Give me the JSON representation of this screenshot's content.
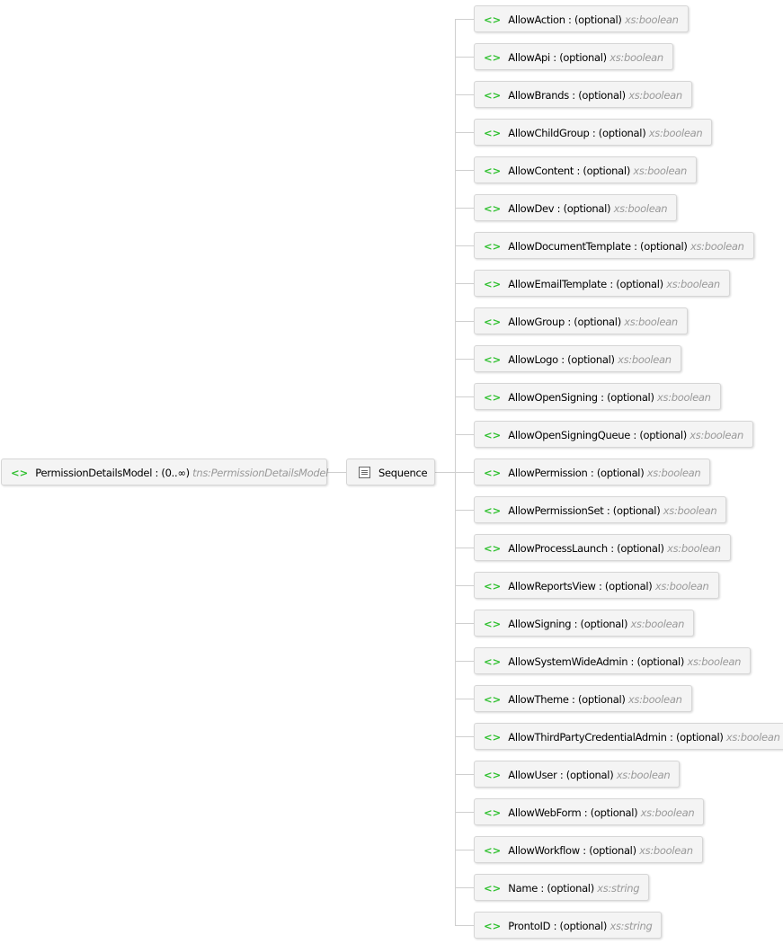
{
  "root": {
    "name": "PermissionDetailsModel",
    "multiplicity": "(0..∞)",
    "type": "tns:PermissionDetailsModel"
  },
  "sequence": {
    "label": "Sequence"
  },
  "elements": [
    {
      "name": "AllowAction",
      "occurrence": "(optional)",
      "type": "xs:boolean"
    },
    {
      "name": "AllowApi",
      "occurrence": "(optional)",
      "type": "xs:boolean"
    },
    {
      "name": "AllowBrands",
      "occurrence": "(optional)",
      "type": "xs:boolean"
    },
    {
      "name": "AllowChildGroup",
      "occurrence": "(optional)",
      "type": "xs:boolean"
    },
    {
      "name": "AllowContent",
      "occurrence": "(optional)",
      "type": "xs:boolean"
    },
    {
      "name": "AllowDev",
      "occurrence": "(optional)",
      "type": "xs:boolean"
    },
    {
      "name": "AllowDocumentTemplate",
      "occurrence": "(optional)",
      "type": "xs:boolean"
    },
    {
      "name": "AllowEmailTemplate",
      "occurrence": "(optional)",
      "type": "xs:boolean"
    },
    {
      "name": "AllowGroup",
      "occurrence": "(optional)",
      "type": "xs:boolean"
    },
    {
      "name": "AllowLogo",
      "occurrence": "(optional)",
      "type": "xs:boolean"
    },
    {
      "name": "AllowOpenSigning",
      "occurrence": "(optional)",
      "type": "xs:boolean"
    },
    {
      "name": "AllowOpenSigningQueue",
      "occurrence": "(optional)",
      "type": "xs:boolean"
    },
    {
      "name": "AllowPermission",
      "occurrence": "(optional)",
      "type": "xs:boolean"
    },
    {
      "name": "AllowPermissionSet",
      "occurrence": "(optional)",
      "type": "xs:boolean"
    },
    {
      "name": "AllowProcessLaunch",
      "occurrence": "(optional)",
      "type": "xs:boolean"
    },
    {
      "name": "AllowReportsView",
      "occurrence": "(optional)",
      "type": "xs:boolean"
    },
    {
      "name": "AllowSigning",
      "occurrence": "(optional)",
      "type": "xs:boolean"
    },
    {
      "name": "AllowSystemWideAdmin",
      "occurrence": "(optional)",
      "type": "xs:boolean"
    },
    {
      "name": "AllowTheme",
      "occurrence": "(optional)",
      "type": "xs:boolean"
    },
    {
      "name": "AllowThirdPartyCredentialAdmin",
      "occurrence": "(optional)",
      "type": "xs:boolean"
    },
    {
      "name": "AllowUser",
      "occurrence": "(optional)",
      "type": "xs:boolean"
    },
    {
      "name": "AllowWebForm",
      "occurrence": "(optional)",
      "type": "xs:boolean"
    },
    {
      "name": "AllowWorkflow",
      "occurrence": "(optional)",
      "type": "xs:boolean"
    },
    {
      "name": "Name",
      "occurrence": "(optional)",
      "type": "xs:string"
    },
    {
      "name": "ProntoID",
      "occurrence": "(optional)",
      "type": "xs:string"
    }
  ]
}
